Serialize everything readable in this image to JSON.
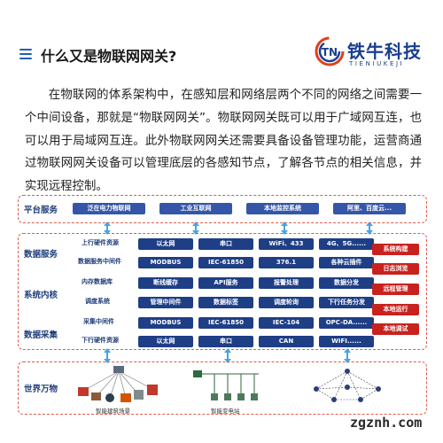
{
  "header": {
    "title": "什么又是物联网网关?",
    "logo_cn": "铁牛科技",
    "logo_en": "TIENIUKEJI"
  },
  "intro": "在物联网的体系架构中，在感知层和网络层两个不同的网络之间需要一个中间设备，那就是“物联网网关”。物联网网关既可以用于广域网互连，也可以用于局域网互连。此外物联网网关还需要具备设备管理功能，运营商通过物联网网关设备可以管理底层的各感知节点，了解各节点的相关信息，并实现远程控制。",
  "diagram": {
    "platform": {
      "label": "平台服务",
      "items": [
        "泛在电力物联网",
        "工业互联网",
        "本地监控系统",
        "阿里、百度云..."
      ]
    },
    "groups": {
      "data_service": "数据服务",
      "system_core": "系统内核",
      "data_collect": "数据采集"
    },
    "rows": [
      {
        "label": "上行硬件资源",
        "items": [
          "以太网",
          "串口",
          "WiFi、433",
          "4G、5G......"
        ]
      },
      {
        "label": "数据服务中间件",
        "items": [
          "MODBUS",
          "IEC-61850",
          "376.1",
          "各种云插件"
        ]
      },
      {
        "label": "内存数据库",
        "items": [
          "断线缓存",
          "API服务",
          "报警处理",
          "数据分发"
        ]
      },
      {
        "label": "调度系统",
        "items": [
          "管理中间件",
          "数据标签",
          "调度轮询",
          "下行任务分发"
        ]
      },
      {
        "label": "采集中间件",
        "items": [
          "MODBUS",
          "IEC-61850",
          "IEC-104",
          "OPC-DA......"
        ]
      },
      {
        "label": "下行硬件资源",
        "items": [
          "以太网",
          "串口",
          "CAN",
          "WIFI......"
        ]
      }
    ],
    "management": [
      "系统构建",
      "日志浏览",
      "远程管理",
      "本地运行",
      "本地调试"
    ],
    "world": {
      "label": "世界万物",
      "scenes": [
        "智能建筑场景",
        "智能变电站",
        ""
      ]
    }
  },
  "watermark": "zgznh.com"
}
